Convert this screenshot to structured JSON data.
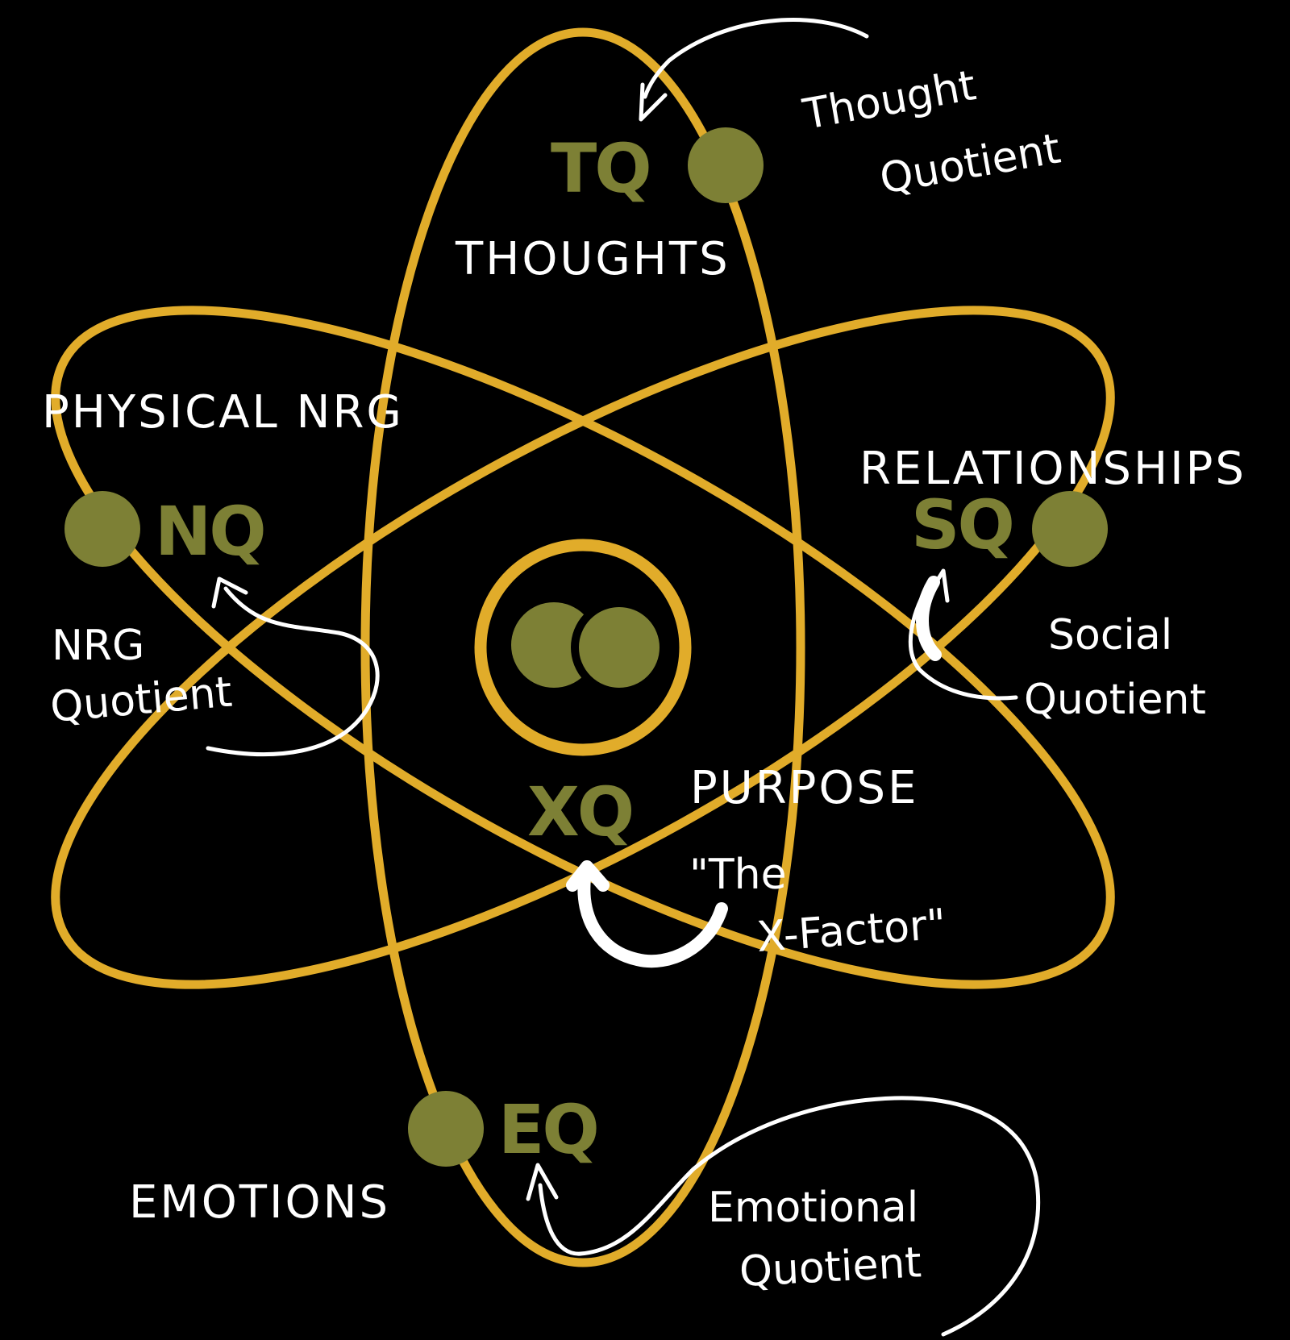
{
  "colors": {
    "background": "#000000",
    "orbit": "#e1ac2a",
    "node": "#7d8035",
    "quotient_text": "#7d8035",
    "annotation": "#ffffff"
  },
  "quotients": {
    "tq": "TQ",
    "nq": "NQ",
    "sq": "SQ",
    "xq": "XQ",
    "eq": "EQ"
  },
  "annotations": {
    "thoughts": "THOUGHTS",
    "thought_quotient_line1": "Thought",
    "thought_quotient_line2": "Quotient",
    "physical_nrg": "PHYSICAL NRG",
    "nrg_quotient_line1": "NRG",
    "nrg_quotient_line2": "Quotient",
    "relationships": "RELATIONSHIPS",
    "social_quotient_line1": "Social",
    "social_quotient_line2": "Quotient",
    "purpose": "PURPOSE",
    "x_factor_line1": "\"The",
    "x_factor_line2": "X-Factor\"",
    "emotions": "EMOTIONS",
    "emotional_quotient_line1": "Emotional",
    "emotional_quotient_line2": "Quotient"
  },
  "icons": [
    "nucleus-icon",
    "double-circle-icon"
  ]
}
